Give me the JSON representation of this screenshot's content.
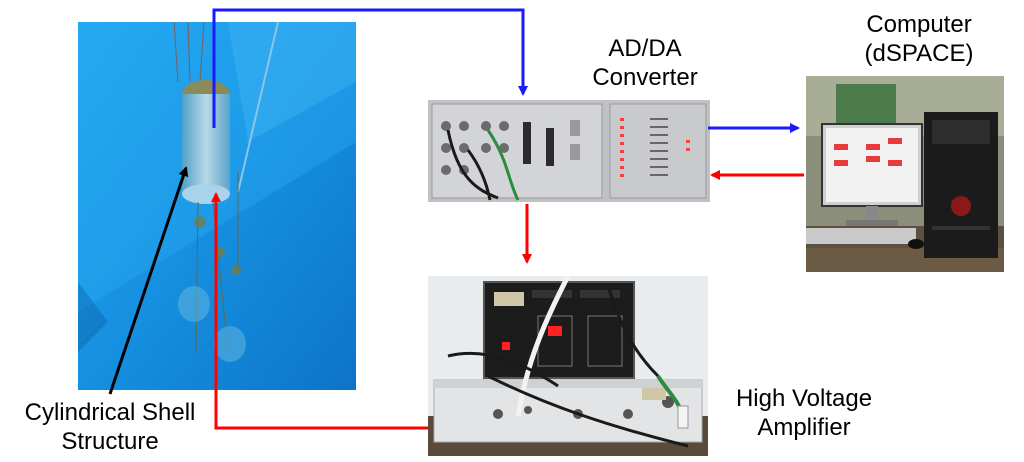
{
  "labels": {
    "converter_line1": "AD/DA",
    "converter_line2": "Converter",
    "computer_line1": "Computer",
    "computer_line2": "(dSPACE)",
    "amplifier_line1": "High Voltage",
    "amplifier_line2": "Amplifier",
    "structure_line1": "Cylindrical Shell",
    "structure_line2": "Structure"
  },
  "colors": {
    "signal_out": "#1a1aff",
    "signal_in": "#ff0000",
    "pointer": "#000000",
    "water": "#1e9ae8"
  },
  "icons": [
    "water-tank-photo",
    "converter-photo",
    "computer-photo",
    "amplifier-photo"
  ]
}
